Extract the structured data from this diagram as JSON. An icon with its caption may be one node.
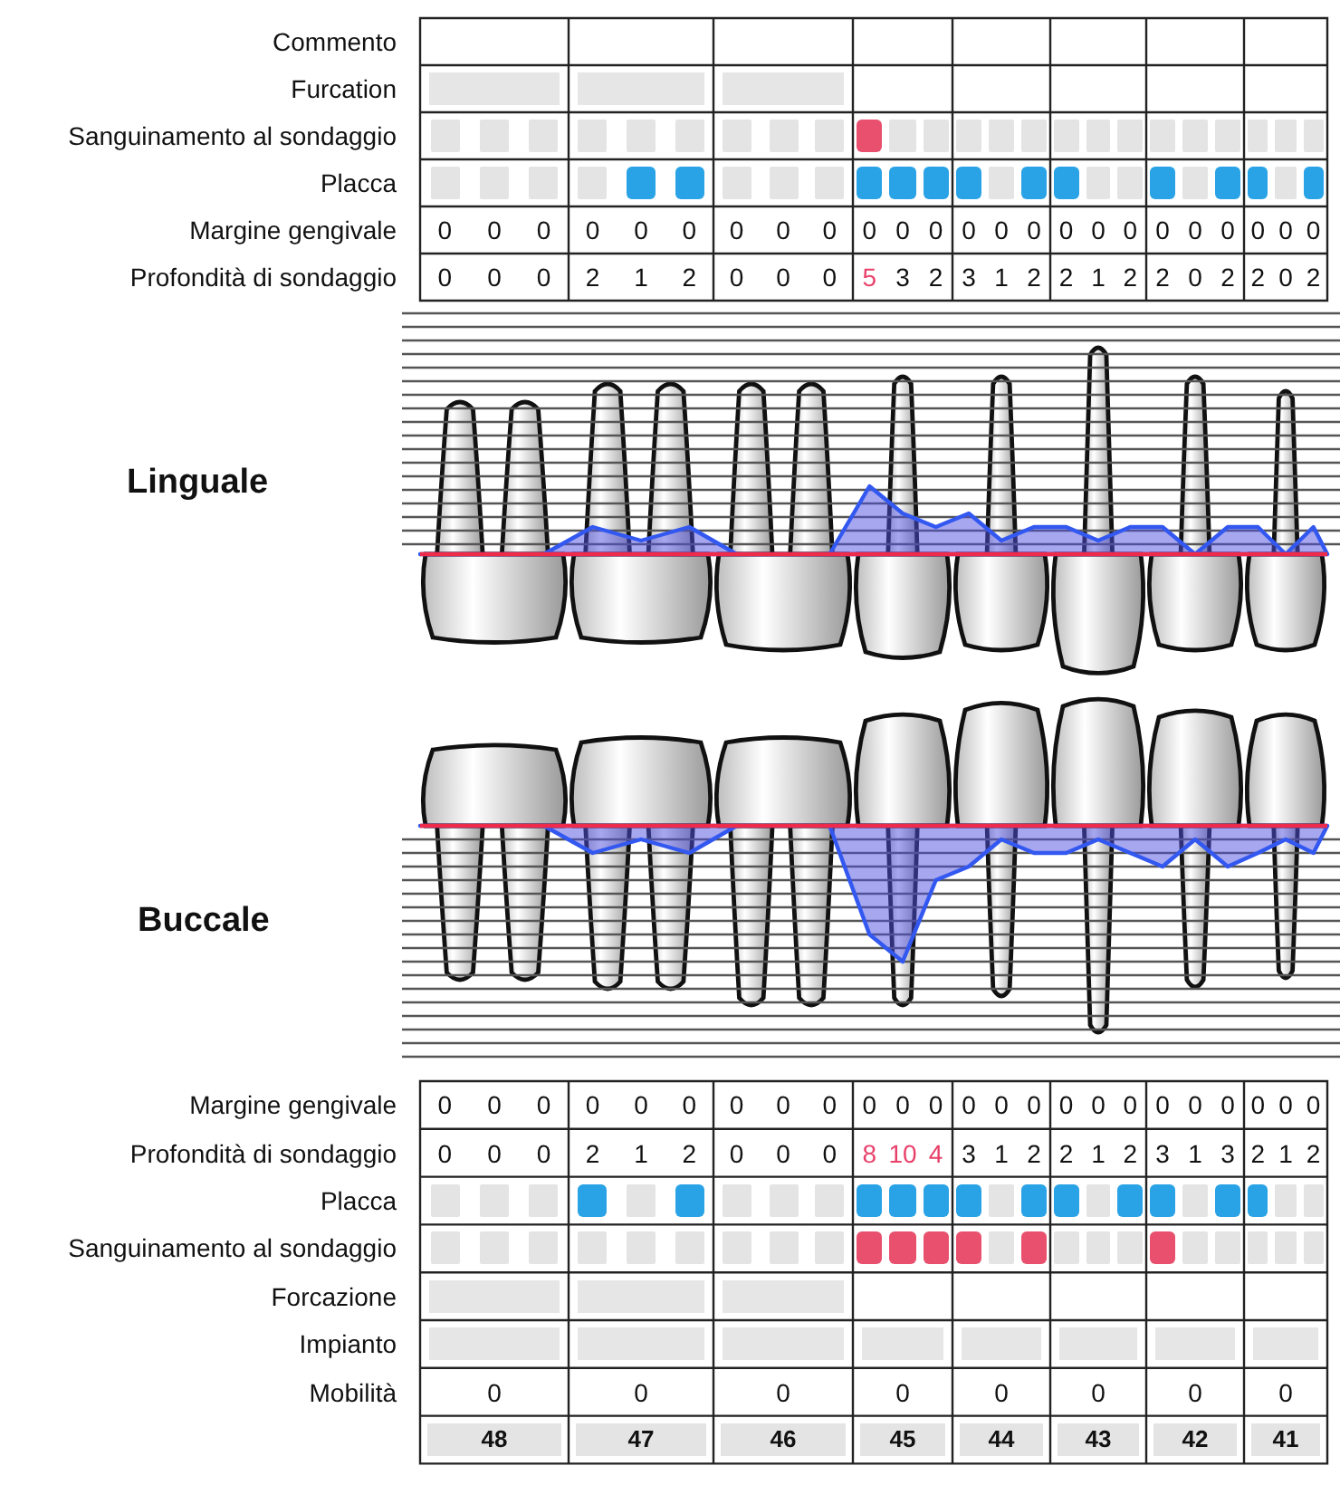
{
  "diagram": {
    "labels": [
      "Commento",
      "Furcation",
      "Sanguinamento al sondaggio",
      "Placca",
      "Margine gengivale",
      "0",
      "0",
      "0",
      "0",
      "0",
      "0",
      "0",
      "0",
      "0",
      "0",
      "0",
      "0",
      "0",
      "0",
      "0",
      "0",
      "0",
      "0",
      "0",
      "0",
      "0",
      "0",
      "0",
      "0",
      "Profondità di sondaggio",
      "0",
      "0",
      "0",
      "2",
      "1",
      "2",
      "0",
      "0",
      "0",
      "5",
      "3",
      "2",
      "3",
      "1",
      "2",
      "2",
      "1",
      "2",
      "2",
      "0",
      "2",
      "2",
      "0",
      "2",
      "Linguale",
      "Buccale",
      "Margine gengivale",
      "0",
      "0",
      "0",
      "0",
      "0",
      "0",
      "0",
      "0",
      "0",
      "0",
      "0",
      "0",
      "0",
      "0",
      "0",
      "0",
      "0",
      "0",
      "0",
      "0",
      "0",
      "0",
      "0",
      "0",
      "Profondità di sondaggio",
      "0",
      "0",
      "0",
      "2",
      "1",
      "2",
      "0",
      "0",
      "0",
      "8",
      "10",
      "4",
      "3",
      "1",
      "2",
      "2",
      "1",
      "2",
      "3",
      "1",
      "3",
      "2",
      "1",
      "2",
      "Placca",
      "Sanguinamento al sondaggio",
      "Forcazione",
      "Impianto",
      "Mobilità",
      "0",
      "0",
      "0",
      "0",
      "0",
      "0",
      "0",
      "0",
      "48",
      "47",
      "46",
      "45",
      "44",
      "43",
      "42",
      "41"
    ]
  }
}
